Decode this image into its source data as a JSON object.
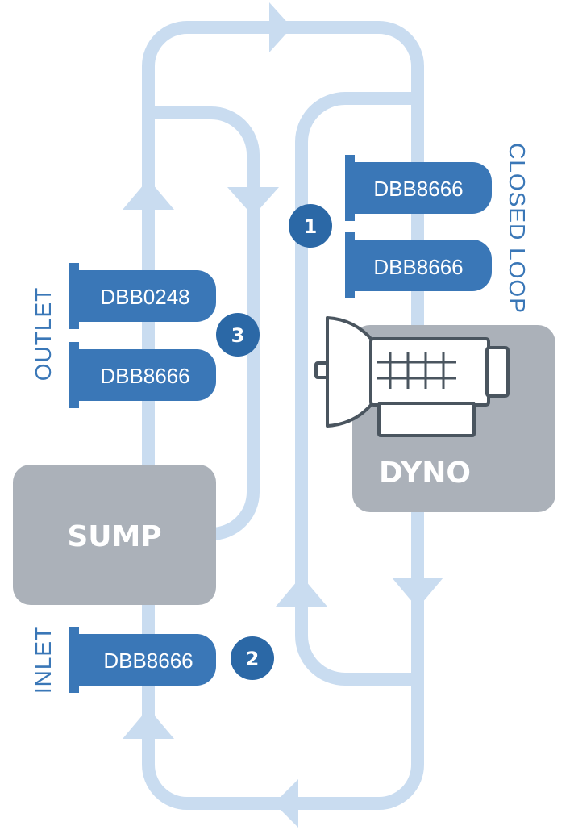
{
  "labels": {
    "outlet": "OUTLET",
    "inlet": "INLET",
    "closed_loop": "CLOSED LOOP"
  },
  "boxes": {
    "sump": "SUMP",
    "dyno": "DYNO"
  },
  "valves": {
    "outlet_top": "DBB0248",
    "outlet_bottom": "DBB8666",
    "inlet": "DBB8666",
    "closed_loop_top": "DBB8666",
    "closed_loop_bottom": "DBB8666"
  },
  "badges": {
    "closed_loop": "1",
    "inlet": "2",
    "outlet": "3"
  },
  "colors": {
    "pipe": "#c9dcf0",
    "valve": "#3a77b7",
    "box": "#abb1b9",
    "badge": "#2b68a6",
    "label": "#3a77b7",
    "engine_outline": "#4a555f"
  }
}
